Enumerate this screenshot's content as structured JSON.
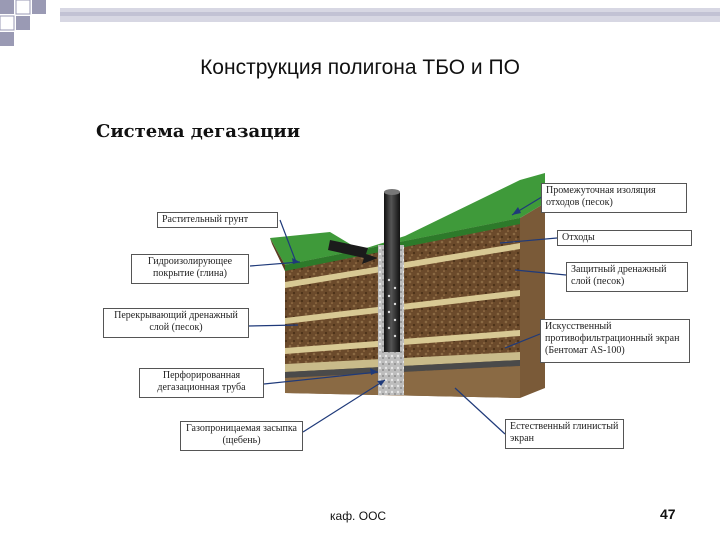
{
  "title": "Конструкция полигона ТБО и ПО",
  "subtitle": "Система дегазации",
  "labels": {
    "intermediate_isolation": "Промежуточная изоляция отходов (песок)",
    "vegetation_soil": "Растительный грунт",
    "waste": "Отходы",
    "waterproof_cover": "Гидроизолирующее покрытие (глина)",
    "protective_drainage": "Защитный дренажный слой (песок)",
    "overlapping_drainage": "Перекрывающий дренажный слой (песок)",
    "artificial_screen": "Искусственный противофильтрационный экран (Бентомат AS-100)",
    "perforated_pipe": "Перфорированная дегазационная труба",
    "gas_permeable_fill": "Газопроницаемая засыпка (щебень)",
    "natural_clay_screen": "Естественный глинистый экран"
  },
  "footer": "каф. ООС",
  "page_number": "47",
  "colors": {
    "grass": "#3f9a3a",
    "waste": "#6b4a2b",
    "sand": "#c9bb8a",
    "clay": "#8a6a44",
    "pipe": "#2a2a2a",
    "decor": "#b7b7c9"
  }
}
